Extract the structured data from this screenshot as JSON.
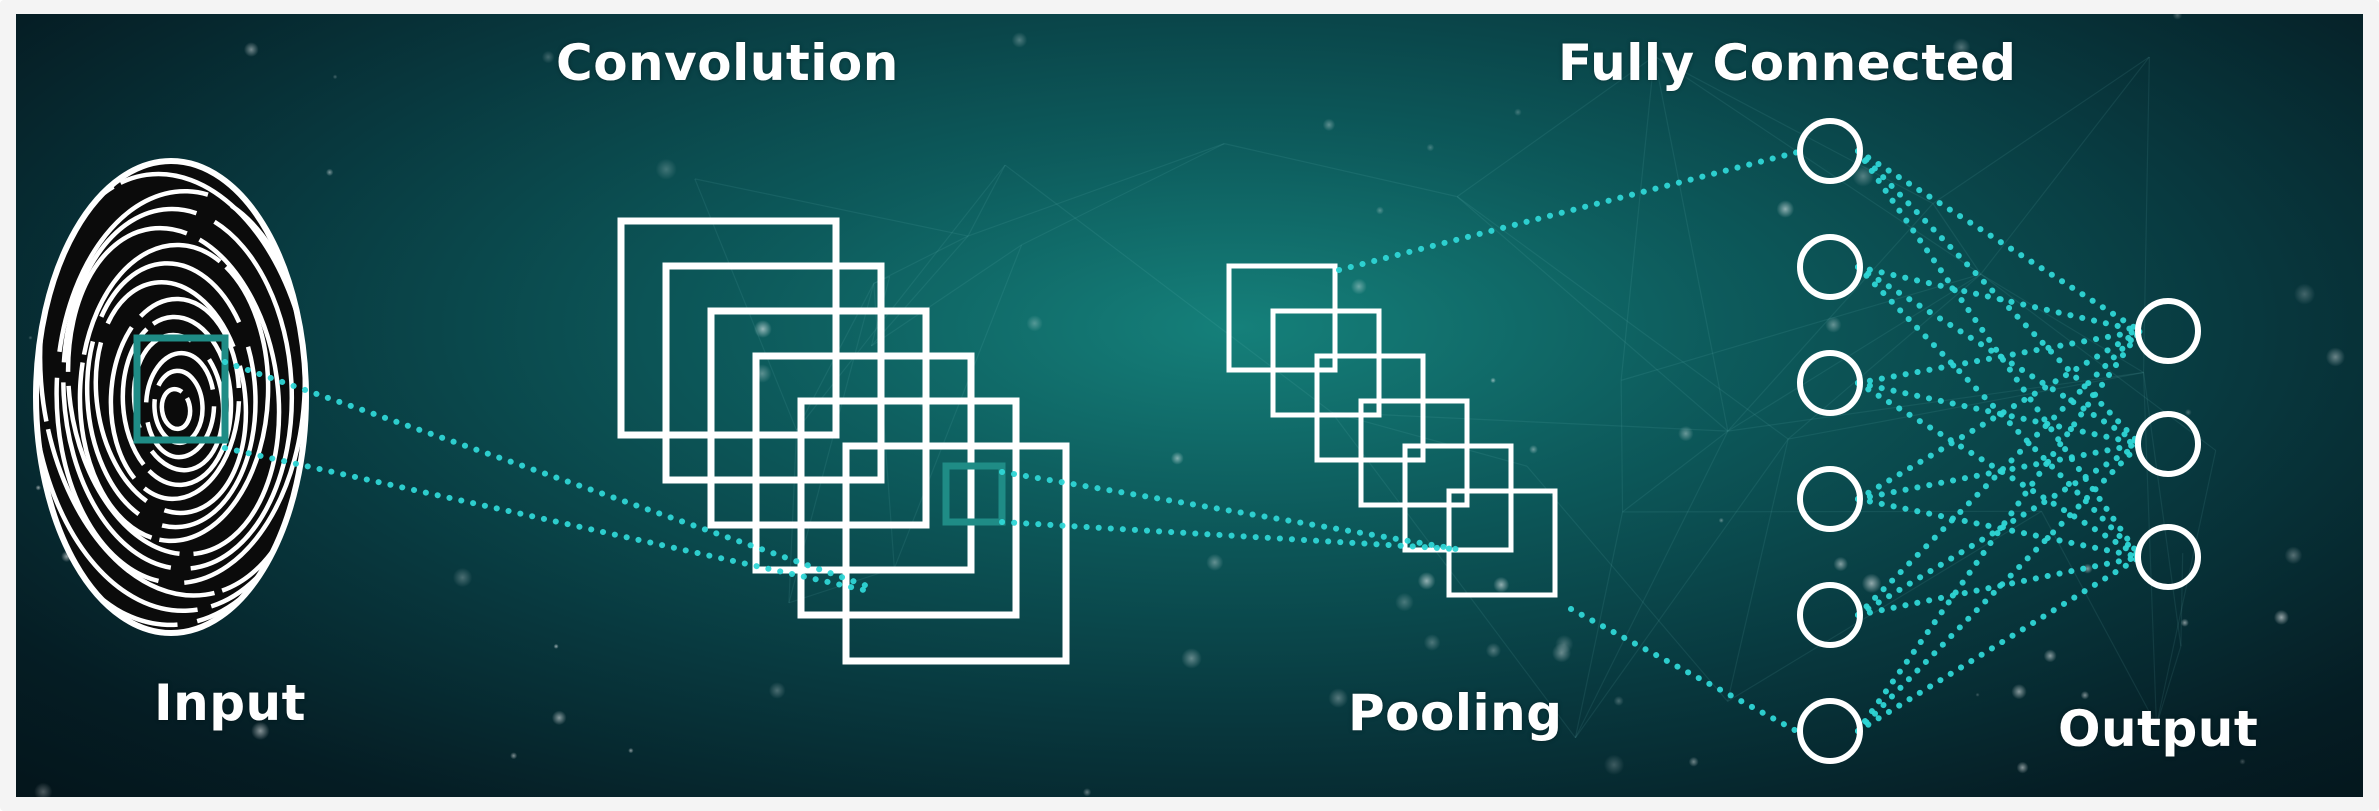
{
  "labels": {
    "input": "Input",
    "convolution": "Convolution",
    "pooling": "Pooling",
    "fully_connected": "Fully Connected",
    "output": "Output"
  },
  "colors": {
    "background_center": "#15807a",
    "background_edge": "#04151b",
    "connection": "#2fd6d6",
    "window": "#1f8c86",
    "stroke": "#ffffff"
  },
  "network": {
    "convolution_maps": 6,
    "pooling_maps": 6,
    "fully_connected_nodes": 6,
    "output_nodes": 3
  }
}
